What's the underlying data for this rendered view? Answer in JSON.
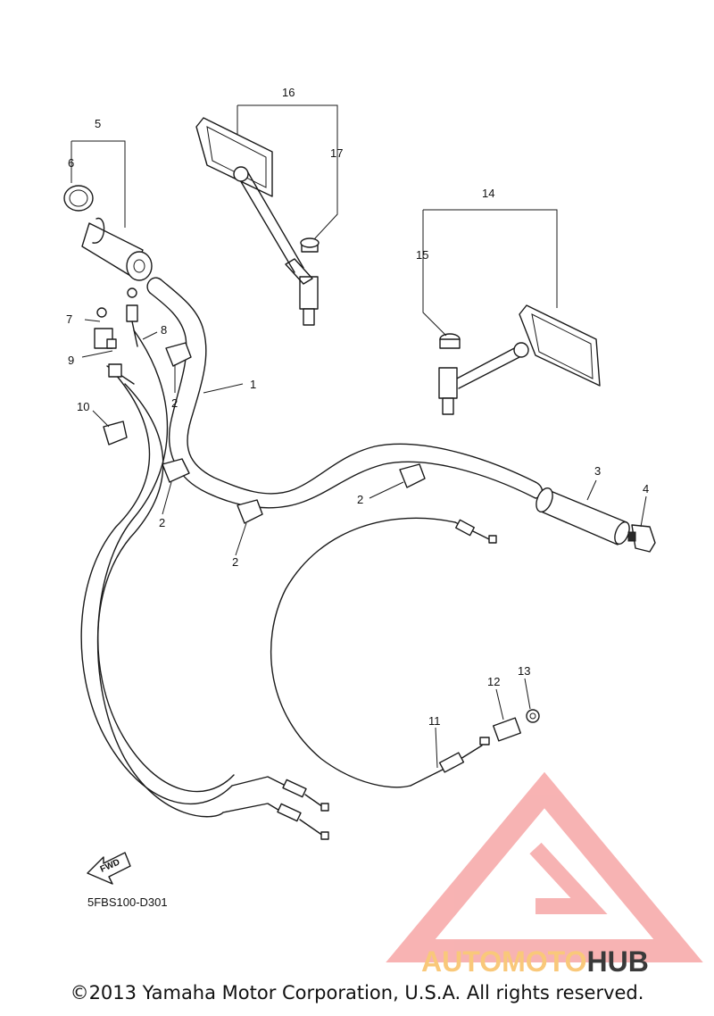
{
  "diagram": {
    "code": "5FBS100-D301",
    "fwd_label": "FWD",
    "copyright": "©2013 Yamaha Motor Corporation, U.S.A. All rights reserved.",
    "watermark": {
      "text_part1": "AUTOMOTO",
      "text_part2": "HUB",
      "color_light": "#f9c87a",
      "color_dark": "#3a3a3a",
      "triangle_color": "#f5a0a0"
    },
    "callouts": [
      {
        "label": "1"
      },
      {
        "label": "2"
      },
      {
        "label": "2"
      },
      {
        "label": "2"
      },
      {
        "label": "2"
      },
      {
        "label": "2"
      },
      {
        "label": "3"
      },
      {
        "label": "4"
      },
      {
        "label": "5"
      },
      {
        "label": "6"
      },
      {
        "label": "7"
      },
      {
        "label": "8"
      },
      {
        "label": "9"
      },
      {
        "label": "10"
      },
      {
        "label": "11"
      },
      {
        "label": "12"
      },
      {
        "label": "13"
      },
      {
        "label": "14"
      },
      {
        "label": "15"
      },
      {
        "label": "16"
      },
      {
        "label": "17"
      }
    ]
  }
}
